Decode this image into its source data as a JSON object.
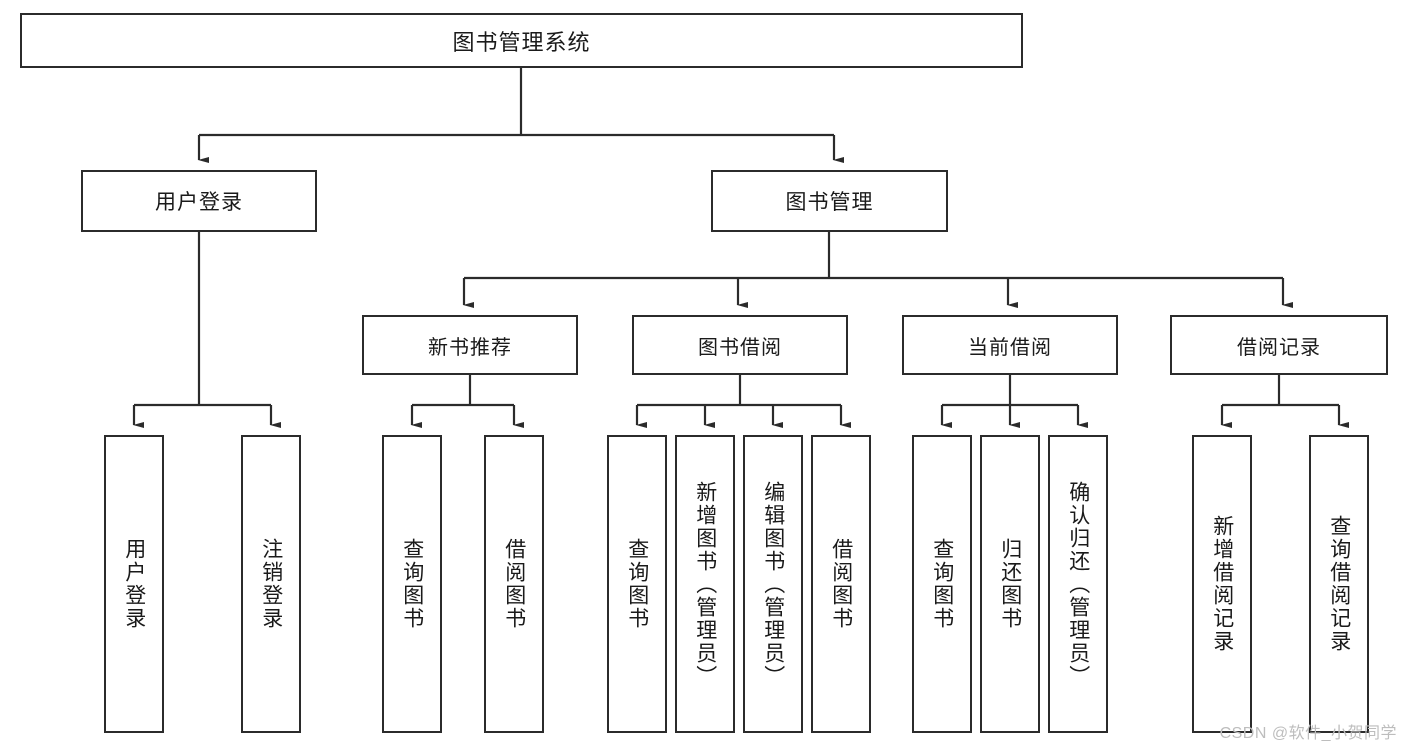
{
  "diagram": {
    "type": "tree-hierarchy",
    "root": {
      "id": "root",
      "label": "图书管理系统"
    },
    "level2": [
      {
        "id": "user-login",
        "label": "用户登录"
      },
      {
        "id": "book-manage",
        "label": "图书管理"
      }
    ],
    "level3": [
      {
        "id": "new-book-rec",
        "label": "新书推荐",
        "parent": "book-manage"
      },
      {
        "id": "book-borrow",
        "label": "图书借阅",
        "parent": "book-manage"
      },
      {
        "id": "current-borrow",
        "label": "当前借阅",
        "parent": "book-manage"
      },
      {
        "id": "borrow-record",
        "label": "借阅记录",
        "parent": "book-manage"
      }
    ],
    "leaves": [
      {
        "id": "leaf-1",
        "label": "用户登录",
        "parent": "user-login"
      },
      {
        "id": "leaf-2",
        "label": "注销登录",
        "parent": "user-login"
      },
      {
        "id": "leaf-3",
        "label": "查询图书",
        "parent": "new-book-rec"
      },
      {
        "id": "leaf-4",
        "label": "借阅图书",
        "parent": "new-book-rec"
      },
      {
        "id": "leaf-5",
        "label": "查询图书",
        "parent": "book-borrow"
      },
      {
        "id": "leaf-6",
        "label": "新增图书（管理员）",
        "parent": "book-borrow"
      },
      {
        "id": "leaf-7",
        "label": "编辑图书（管理员）",
        "parent": "book-borrow"
      },
      {
        "id": "leaf-8",
        "label": "借阅图书",
        "parent": "book-borrow"
      },
      {
        "id": "leaf-9",
        "label": "查询图书",
        "parent": "current-borrow"
      },
      {
        "id": "leaf-10",
        "label": "归还图书",
        "parent": "current-borrow"
      },
      {
        "id": "leaf-11",
        "label": "确认归还（管理员）",
        "parent": "current-borrow"
      },
      {
        "id": "leaf-12",
        "label": "新增借阅记录",
        "parent": "borrow-record"
      },
      {
        "id": "leaf-13",
        "label": "查询借阅记录",
        "parent": "borrow-record"
      }
    ]
  },
  "watermark": {
    "text": "CSDN @软件_小贺同学"
  },
  "colors": {
    "background": "#ffffff",
    "box_fill": "#ffffff",
    "box_stroke": "#2b2b2b",
    "text": "#1a1a1a",
    "connector": "#2b2b2b",
    "watermark": "#bdbdbd"
  }
}
